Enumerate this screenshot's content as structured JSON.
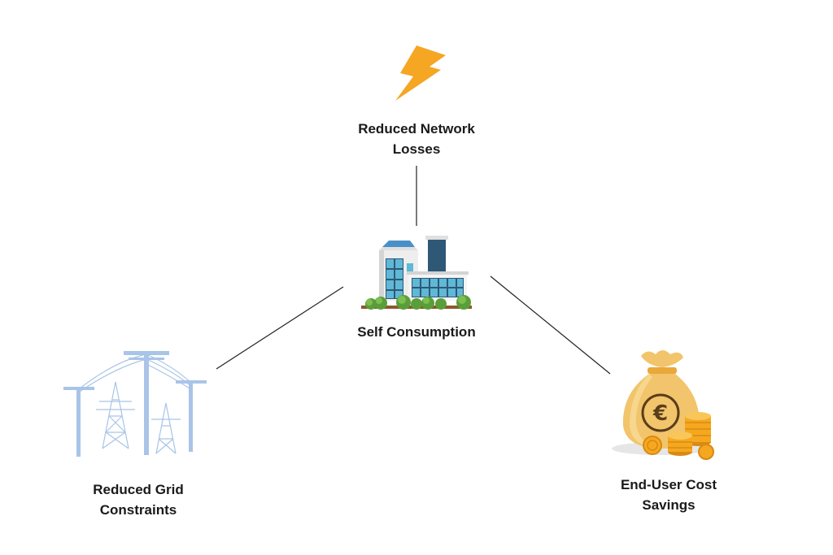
{
  "diagram": {
    "center": {
      "label": "Self Consumption",
      "icon": "building-solar-icon"
    },
    "nodes": [
      {
        "id": "network",
        "label": "Reduced Network\nLosses",
        "icon": "lightning-bolt-icon"
      },
      {
        "id": "grid",
        "label": "Reduced Grid\nConstraints",
        "icon": "power-pylons-icon"
      },
      {
        "id": "savings",
        "label": "End-User Cost\nSavings",
        "icon": "money-bag-euro-icon"
      }
    ]
  },
  "colors": {
    "bolt": "#f5a623",
    "pylon": "#a9c4e8",
    "building_glass": "#5fb8d6",
    "money_bag": "#f2c46b",
    "coins": "#f5a81f",
    "line": "#222222",
    "text": "#1a1a1a"
  }
}
